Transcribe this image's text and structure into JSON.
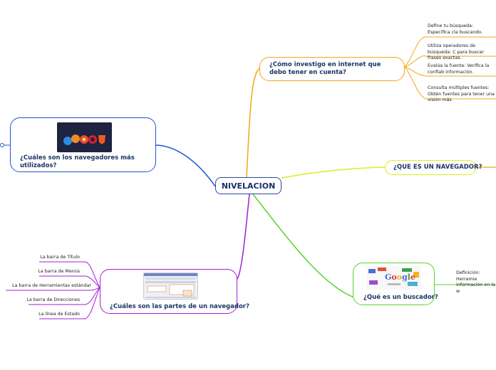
{
  "central": {
    "label": "NIVELACION"
  },
  "topics": {
    "investigo": {
      "label": "¿Cómo investigo en internet que debo tener en cuenta?"
    },
    "navegador": {
      "label": "¿QUE ES UN NAVEGADOR?"
    },
    "buscador": {
      "label": "¿Qué es un buscador?"
    },
    "partes": {
      "label": "¿Cuáles son las partes de un navegador?"
    },
    "navegadores": {
      "label": "¿Cuáles son los navegadores más utilizados?"
    }
  },
  "investigo_leaves": [
    "Define tu búsqueda: Especifica cla buscando.",
    "Utiliza operadores de búsqueda: C para buscar frases exactas.",
    "Evalúa la fuente: Verifica la confiab información.",
    "Consulta múltiples fuentes: Obtén fuentes para tener una visión más"
  ],
  "buscador_leaf": "Definición: Herramie información en la w",
  "partes_leaves": [
    "La barra de Título",
    "La barra de Menús",
    "La barra de Herramientas estándar",
    "La barra de Direcciones",
    "La línea de Estado"
  ],
  "colors": {
    "central": "#2b4a9b",
    "investigo": "#f2a61a",
    "navegador": "#e1ec1f",
    "buscador": "#58d42e",
    "partes": "#a31fd4",
    "navegadores": "#2155d6"
  },
  "icons": {
    "browsers_image": "browser-logos-image",
    "buscador_image": "search-engines-collage-image",
    "partes_image": "browser-window-screenshot-image"
  }
}
